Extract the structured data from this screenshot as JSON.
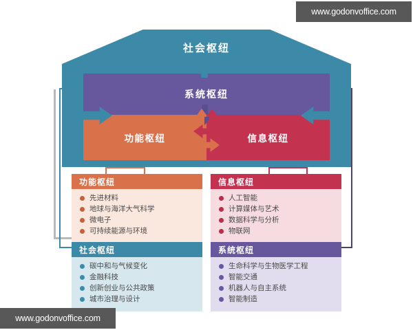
{
  "watermarks": {
    "top": "www.godonvoffice.com",
    "bottom": "www.godonvoffice.com"
  },
  "diagram": {
    "social_hub": "社会枢纽",
    "system_hub": "系统枢纽",
    "function_hub": "功能枢纽",
    "info_hub": "信息枢纽"
  },
  "cards": {
    "function": {
      "title": "功能枢纽",
      "items": [
        "先进材料",
        "地球与海洋大气科学",
        "微电子",
        "可持续能源与环境"
      ]
    },
    "info": {
      "title": "信息枢纽",
      "items": [
        "人工智能",
        "计算媒体与艺术",
        "数据科学与分析",
        "物联网"
      ]
    },
    "social": {
      "title": "社会枢纽",
      "items": [
        "碳中和与气候变化",
        "金融科技",
        "创新创业与公共政策",
        "城市治理与设计"
      ]
    },
    "system": {
      "title": "系统枢纽",
      "items": [
        "生命科学与生物医学工程",
        "智能交通",
        "机器人与自主系统",
        "智能制造"
      ]
    }
  },
  "colors": {
    "teal": "#3d8aa8",
    "purple": "#67589e",
    "orange": "#d9714b",
    "crimson": "#c33350"
  }
}
